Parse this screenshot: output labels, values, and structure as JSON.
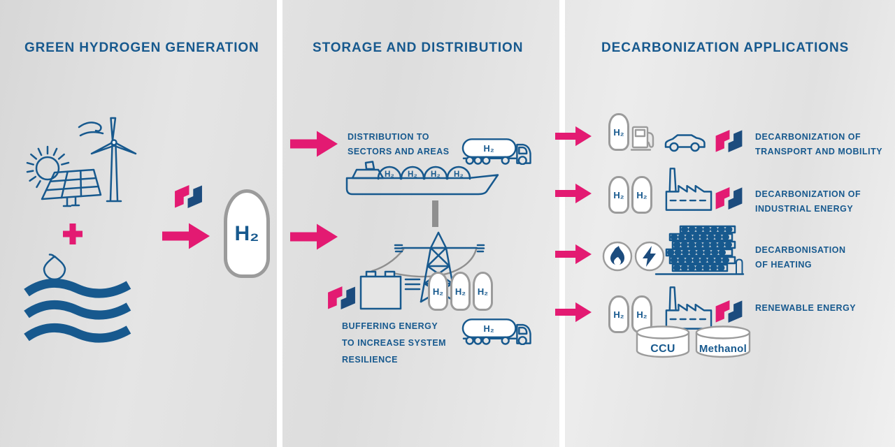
{
  "colors": {
    "blue": "#17598E",
    "pink": "#E31A72",
    "navy": "#1C4C7E",
    "tank_outline_gray": "#9B9B9B",
    "connector_gray": "#8F8F8F",
    "background": "#E2E2E2",
    "divider": "#FFFFFF"
  },
  "generation": {
    "title": "GREEN HYDROGEN GENERATION",
    "tank_label": "H₂"
  },
  "storage": {
    "title": "STORAGE AND DISTRIBUTION",
    "distribution_label": "DISTRIBUTION TO\nSECTORS AND AREAS",
    "buffering_label": "BUFFERING ENERGY\nTO INCREASE SYSTEM\nRESILIENCE",
    "truck_tank_label": "H₂",
    "ship_tank_labels": [
      "H₂",
      "H₂",
      "H₂",
      "H₂"
    ],
    "buffer_tank_labels": [
      "H₂",
      "H₂",
      "H₂"
    ]
  },
  "applications": {
    "title": "DECARBONIZATION APPLICATIONS",
    "rows": [
      {
        "label": "DECARBONIZATION OF\nTRANSPORT AND MOBILITY"
      },
      {
        "label": "DECARBONIZATION OF\nINDUSTRIAL ENERGY"
      },
      {
        "label": "DECARBONISATION\nOF HEATING"
      },
      {
        "label": "RENEWABLE ENERGY"
      }
    ],
    "station_tank_label": "H₂",
    "industry_tank_labels": [
      "H₂",
      "H₂"
    ],
    "renewable_tank_labels": [
      "H₂",
      "H₂"
    ],
    "ccu_label": "CCU",
    "methanol_label": "Methanol"
  }
}
